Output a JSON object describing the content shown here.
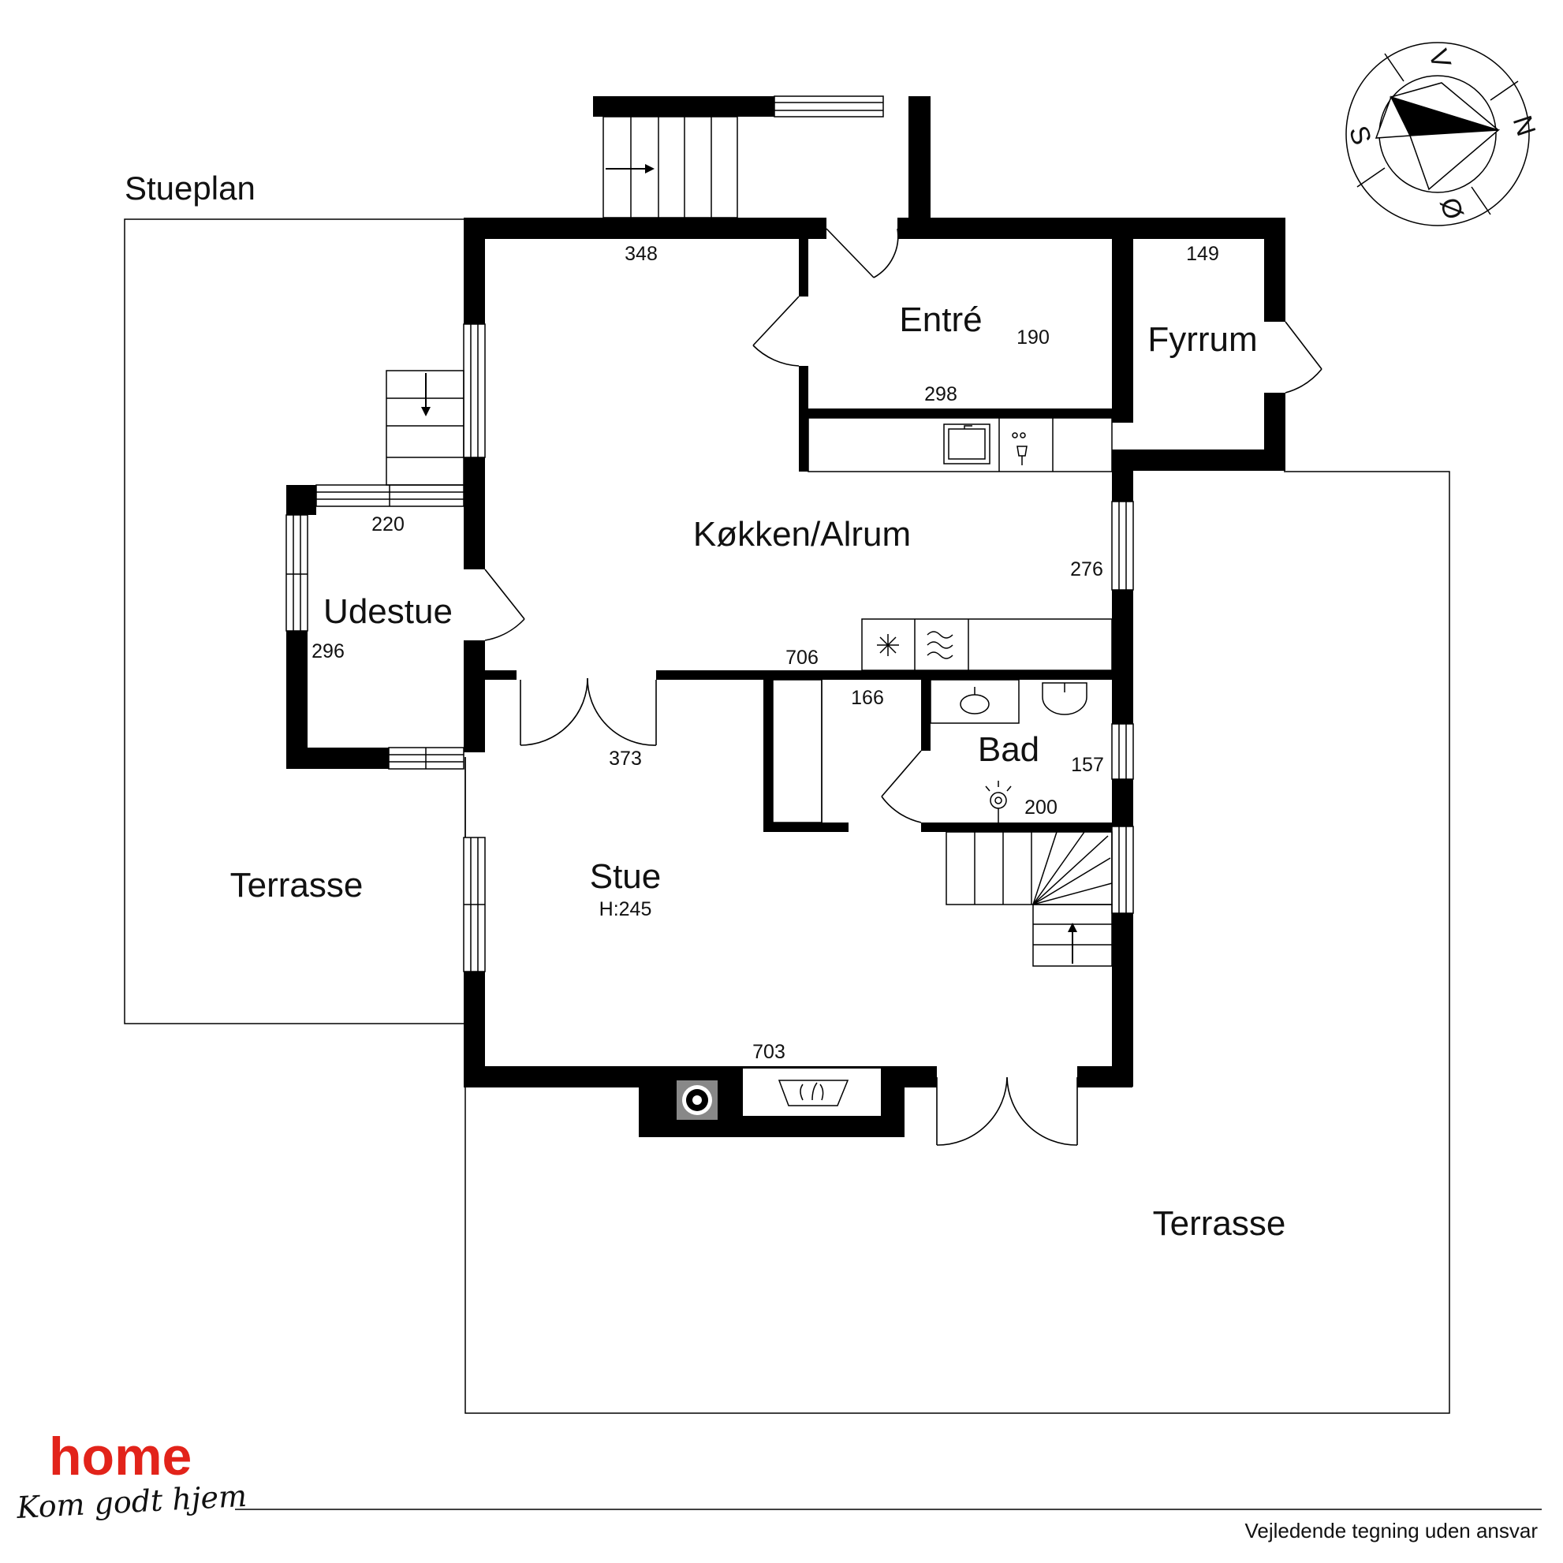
{
  "plan": {
    "title": "Stueplan",
    "rooms": {
      "entre": "Entré",
      "fyrrum": "Fyrrum",
      "kokken": "Køkken/Alrum",
      "udestue": "Udestue",
      "bad": "Bad",
      "stue": "Stue",
      "stue_height": "H:245",
      "terrasse_left": "Terrasse",
      "terrasse_bottom": "Terrasse"
    },
    "dimensions": {
      "d348": "348",
      "d149": "149",
      "d190": "190",
      "d298": "298",
      "d220": "220",
      "d276": "276",
      "d296": "296",
      "d706": "706",
      "d166": "166",
      "d373": "373",
      "d157": "157",
      "d200": "200",
      "d703": "703"
    }
  },
  "compass": {
    "north": "N",
    "south": "S",
    "east": "Ø",
    "west": "V"
  },
  "footer": {
    "brand": "home",
    "tagline": "Kom godt hjem",
    "disclaimer": "Vejledende tegning uden ansvar",
    "brand_color": "#e2231a"
  }
}
